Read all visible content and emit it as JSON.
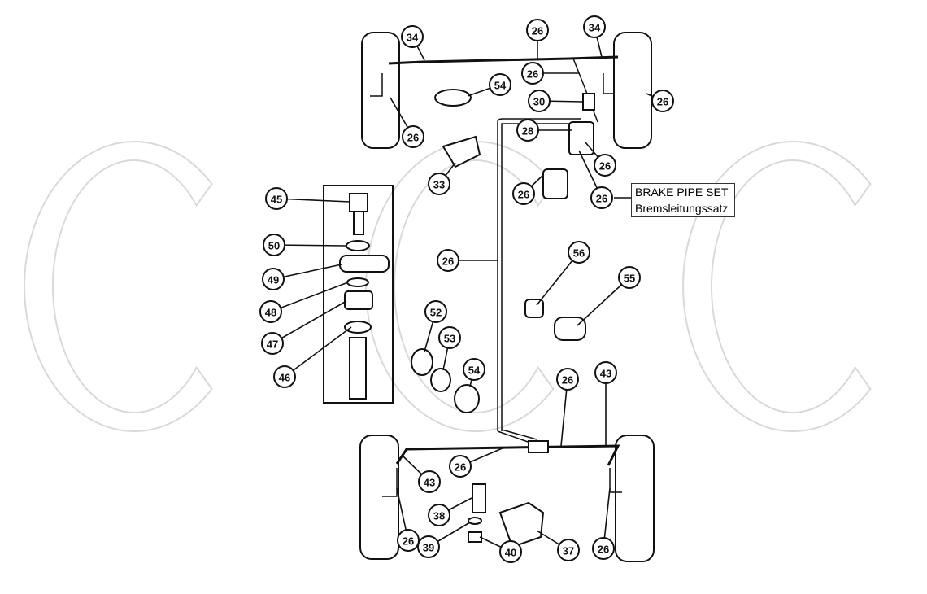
{
  "watermark": [
    "C",
    "C",
    "C"
  ],
  "set_label": {
    "title": "BRAKE PIPE SET",
    "subtitle": "Bremsleitungssatz"
  },
  "callouts": [
    "34",
    "26",
    "34",
    "26",
    "54",
    "26",
    "30",
    "26",
    "28",
    "26",
    "33",
    "26",
    "26",
    "45",
    "50",
    "26",
    "56",
    "55",
    "49",
    "48",
    "52",
    "47",
    "53",
    "46",
    "54",
    "26",
    "43",
    "43",
    "26",
    "38",
    "39",
    "40",
    "37",
    "26",
    "26"
  ]
}
